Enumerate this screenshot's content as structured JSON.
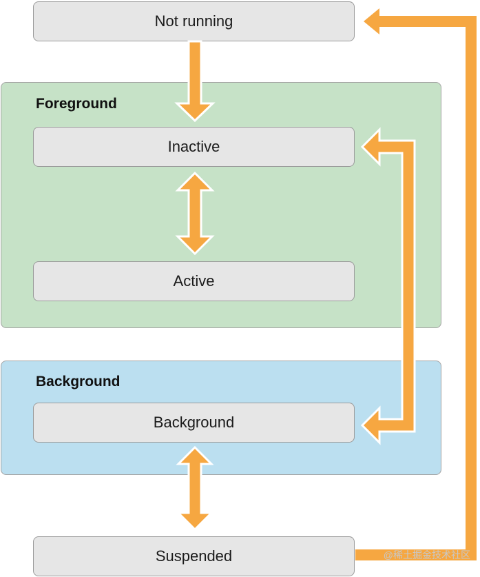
{
  "regions": {
    "foreground": {
      "title": "Foreground"
    },
    "background": {
      "title": "Background"
    }
  },
  "states": {
    "not_running": "Not running",
    "inactive": "Inactive",
    "active": "Active",
    "background": "Background",
    "suspended": "Suspended"
  },
  "colors": {
    "arrow": "#f6a741",
    "foreground_region": "#c6e2c7",
    "background_region": "#bbdff0",
    "state_box": "#e6e6e6"
  },
  "watermark": "@稀土掘金技术社区"
}
